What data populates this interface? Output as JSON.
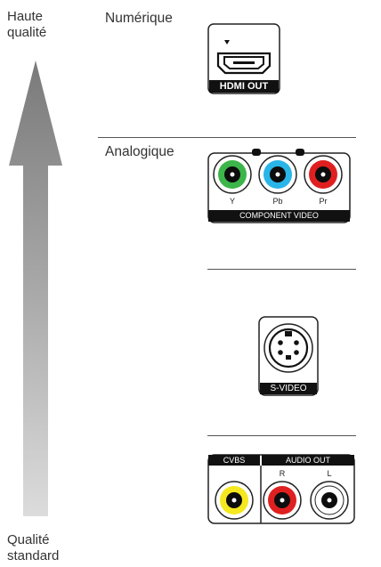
{
  "quality": {
    "top": {
      "line1": "Haute",
      "line2": "qualité"
    },
    "bottom": {
      "line1": "Qualité",
      "line2": "standard"
    }
  },
  "categories": {
    "digital": "Numérique",
    "analog": "Analogique"
  },
  "connectors": {
    "hdmi": {
      "label": "HDMI OUT"
    },
    "component": {
      "label": "COMPONENT VIDEO",
      "jacks": [
        {
          "name": "Y",
          "color": "#3cb54a"
        },
        {
          "name": "Pb",
          "color": "#29b5e8"
        },
        {
          "name": "Pr",
          "color": "#e02020"
        }
      ]
    },
    "svideo": {
      "label": "S-VIDEO"
    },
    "cvbs_audio": {
      "cvbs_label": "CVBS",
      "audio_label": "AUDIO OUT",
      "right_label": "R",
      "left_label": "L",
      "cvbs_color": "#f5e81e",
      "right_color": "#e02020",
      "left_color": "#ffffff"
    }
  }
}
